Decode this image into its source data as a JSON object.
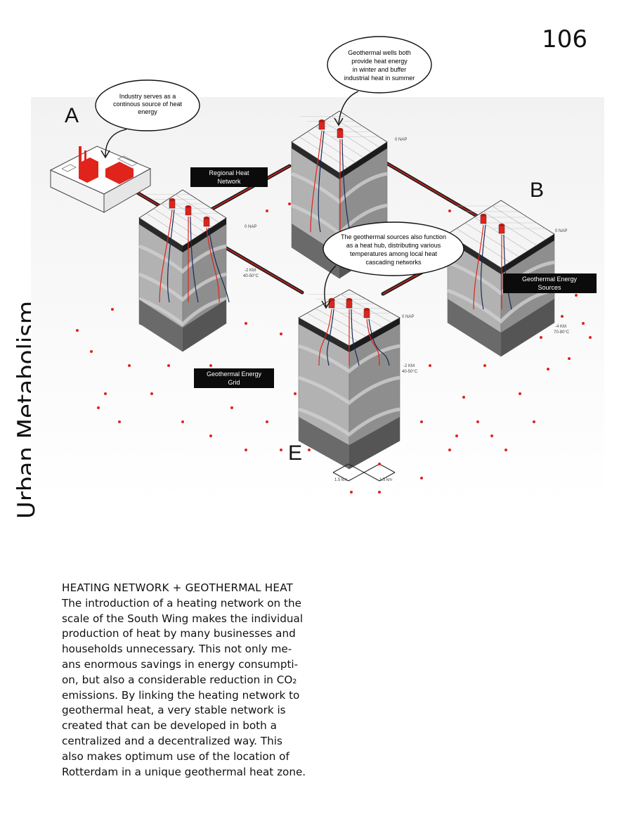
{
  "page_number": "106",
  "section_title": "Urban Metabolism",
  "diagram": {
    "letters": {
      "a": "A",
      "b": "B",
      "e": "E"
    },
    "callouts": {
      "industry": [
        "Industry serves as a",
        "continous source of heat",
        "energy"
      ],
      "wells": [
        "Geothermal wells both",
        "provide heat energy",
        "in winter and buffer",
        "industrial heat in summer"
      ],
      "hub": [
        "The geothermal sources also function",
        "as a heat hub, distributing various",
        "temperatures among local heat",
        "cascading networks"
      ]
    },
    "labels": {
      "regional": [
        "Regional Heat",
        "Network"
      ],
      "sources": [
        "Geothermal Energy",
        "Sources"
      ],
      "grid": [
        "Geothermal Energy",
        "Grid"
      ]
    },
    "depth_marks": {
      "nap1": "0 NAP",
      "nap2": "0 NAP",
      "nap3": "0 NAP",
      "nap4": "0 NAP",
      "km_a": "-2 KM",
      "temp_a": "40-50°C",
      "km_b": "-4 KM",
      "temp_b": "70-80°C",
      "km_e": "-2 KM",
      "temp_e": "40-50°C"
    },
    "scale": {
      "left": "1.5 km",
      "right": "1.5 km"
    },
    "colors": {
      "accent_red": "#e0241b",
      "label_bg": "#0b0b0b",
      "block_grey": "#a4a4a4"
    }
  },
  "caption": {
    "heading": "HEATING NETWORK + GEOTHERMAL HEAT",
    "body": "The introduction of a heating network on the\nscale of the South Wing makes the individual\nproduction of heat by many businesses and\nhouseholds unnecessary. This not only me-\nans enormous savings in energy consumpti-\non, but also a considerable reduction in CO₂\nemissions. By linking the heating network to\ngeothermal heat, a very stable network is\ncreated that can be developed in both a\ncentralized and a decentralized way. This\nalso makes optimum use of the location of\nRotterdam in a unique geothermal heat zone."
  }
}
